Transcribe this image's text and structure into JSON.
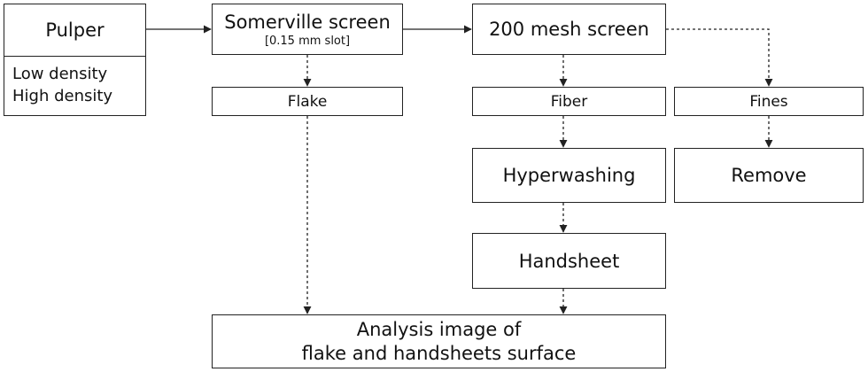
{
  "pulper": {
    "title": "Pulper",
    "options": [
      "Low density",
      "High density"
    ]
  },
  "somerville": {
    "title": "Somerville screen",
    "subtitle": "[0.15 mm slot]"
  },
  "mesh": {
    "title": "200 mesh screen"
  },
  "flake": {
    "label": "Flake"
  },
  "fiber": {
    "label": "Fiber"
  },
  "fines": {
    "label": "Fines"
  },
  "hyperwashing": {
    "label": "Hyperwashing"
  },
  "remove": {
    "label": "Remove"
  },
  "handsheet": {
    "label": "Handsheet"
  },
  "analysis": {
    "line1": "Analysis image of",
    "line2": "flake and handsheets surface"
  }
}
